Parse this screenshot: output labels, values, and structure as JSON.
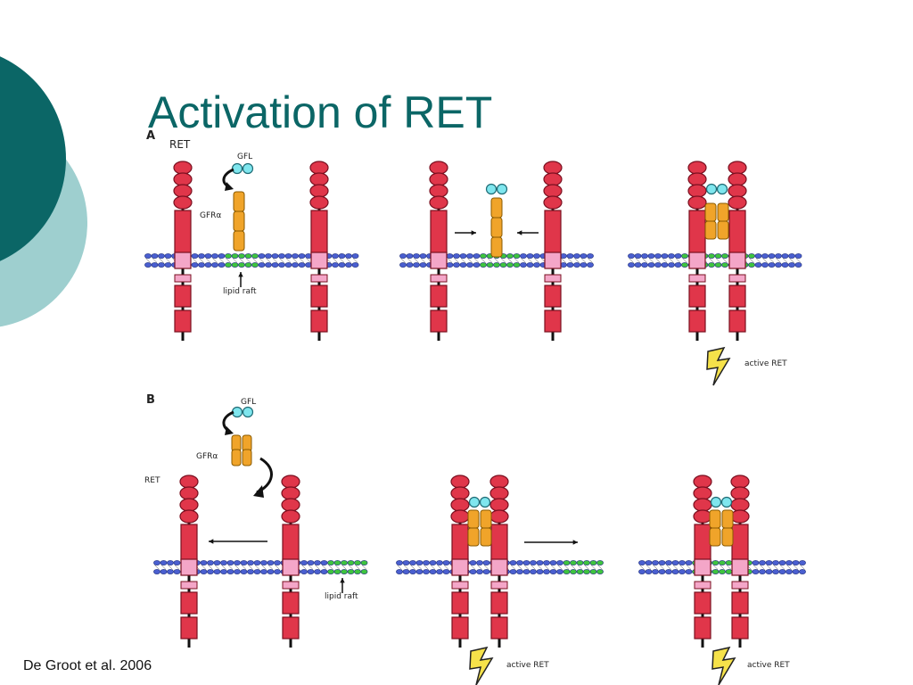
{
  "slide": {
    "title": "Activation of RET",
    "citation": "De Groot et al. 2006"
  },
  "figure": {
    "panel_a": {
      "letter": "A",
      "ret_label": "RET",
      "gfl_label": "GFL",
      "gfra_label": "GFRα",
      "raft_label": "lipid raft",
      "active_label": "active RET"
    },
    "panel_b": {
      "letter": "B",
      "ret_label": "RET",
      "gfl_label": "GFL",
      "gfra_label": "GFRα",
      "raft_label": "lipid raft",
      "active_label_1": "active RET",
      "active_label_2": "active RET"
    }
  },
  "colors": {
    "theme_dark": "#0b6666",
    "theme_light": "#9ecfcf",
    "receptor_red": "#e0364a",
    "receptor_pink": "#f4a6c8",
    "gfra_orange": "#f0a42a",
    "gfl_cyan": "#7fe6ee",
    "membrane_blue": "#4a5fd0",
    "raft_green": "#3ec43e",
    "bolt_yellow": "#f6e24a"
  }
}
